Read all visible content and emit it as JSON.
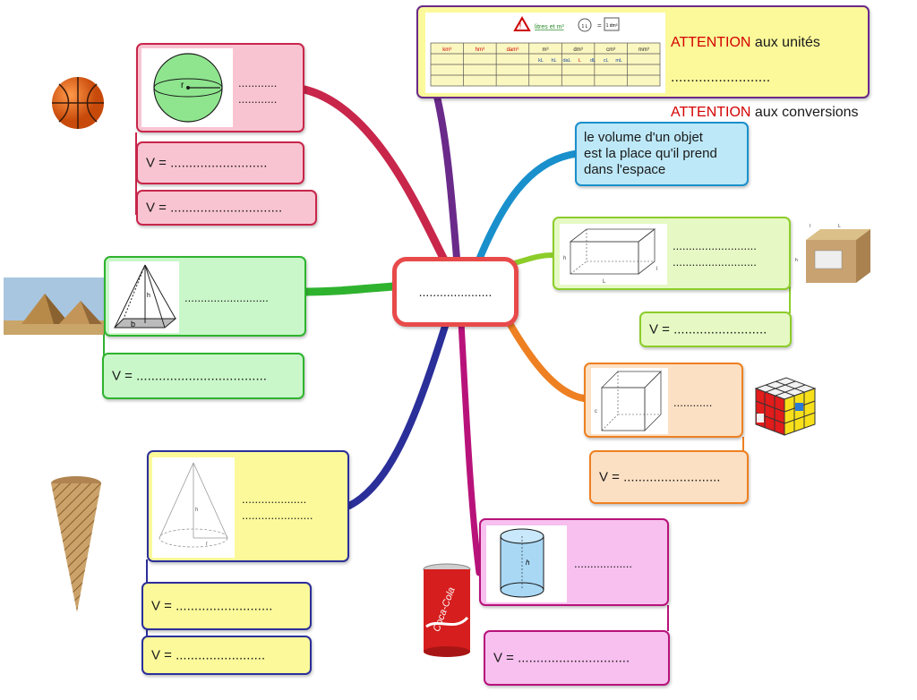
{
  "center": {
    "label": "....................."
  },
  "units_box": {
    "table_title": "litres et m³",
    "conversion_label": "1 L",
    "conversion_equal": "=",
    "conversion_cube": "1 dm³",
    "units": [
      "km³",
      "hm³",
      "dam³",
      "m³",
      "dm³",
      "cm³",
      "mm³"
    ],
    "liquid_units": [
      "kL",
      "hL",
      "daL",
      "L",
      "dL",
      "cL",
      "mL"
    ],
    "attention_1": "ATTENTION",
    "text_1": " aux unités",
    "dots": ".........................",
    "attention_2": "ATTENTION",
    "text_2": " aux conversions"
  },
  "definition": {
    "text": "le volume d'un objet\nest la place qu'il prend\ndans l'espace"
  },
  "sphere": {
    "lines": "............\n............",
    "v1": "V = ..........................",
    "v2": "V = ..............................",
    "radius_label": "r"
  },
  "pyramid": {
    "line": "..........................",
    "v1": "V = ...................................",
    "height_label": "h",
    "base_label": "b"
  },
  "cone": {
    "lines": "....................\n......................",
    "v1": "V = ..........................",
    "v2": "V = ........................",
    "height_label": "h",
    "radius_label": "r"
  },
  "pave": {
    "lines": "..........................\n..........................",
    "v1": "V = .........................",
    "h_label": "h",
    "l_label": "l",
    "L_label": "L"
  },
  "cube": {
    "line": "............",
    "v1": "V = ..........................",
    "side_label": "c"
  },
  "cylinder": {
    "line": "..................",
    "v1": "V = ..............................",
    "height_label": "h"
  },
  "box_photo": {
    "dim_l": "L",
    "dim_w": "l",
    "dim_h": "h"
  },
  "can_photo": {
    "brand": "Coca-Cola"
  },
  "colors": {
    "pink": "#f9c4d2",
    "pink_border": "#c8264a",
    "green": "#c9f7c9",
    "green_border": "#2fb32f",
    "yellow": "#fbf99a",
    "yellow_border": "#2b2f99",
    "purple_border": "#6a2a8a",
    "blue": "#bde8f7",
    "blue_border": "#1990cc",
    "lime": "#e6f9c4",
    "lime_border": "#8ccd2a",
    "orange": "#fce0c4",
    "orange_border": "#ee8022",
    "magenta": "#f7c0ef",
    "magenta_border": "#b8127a",
    "center_border": "#e84a4a"
  }
}
